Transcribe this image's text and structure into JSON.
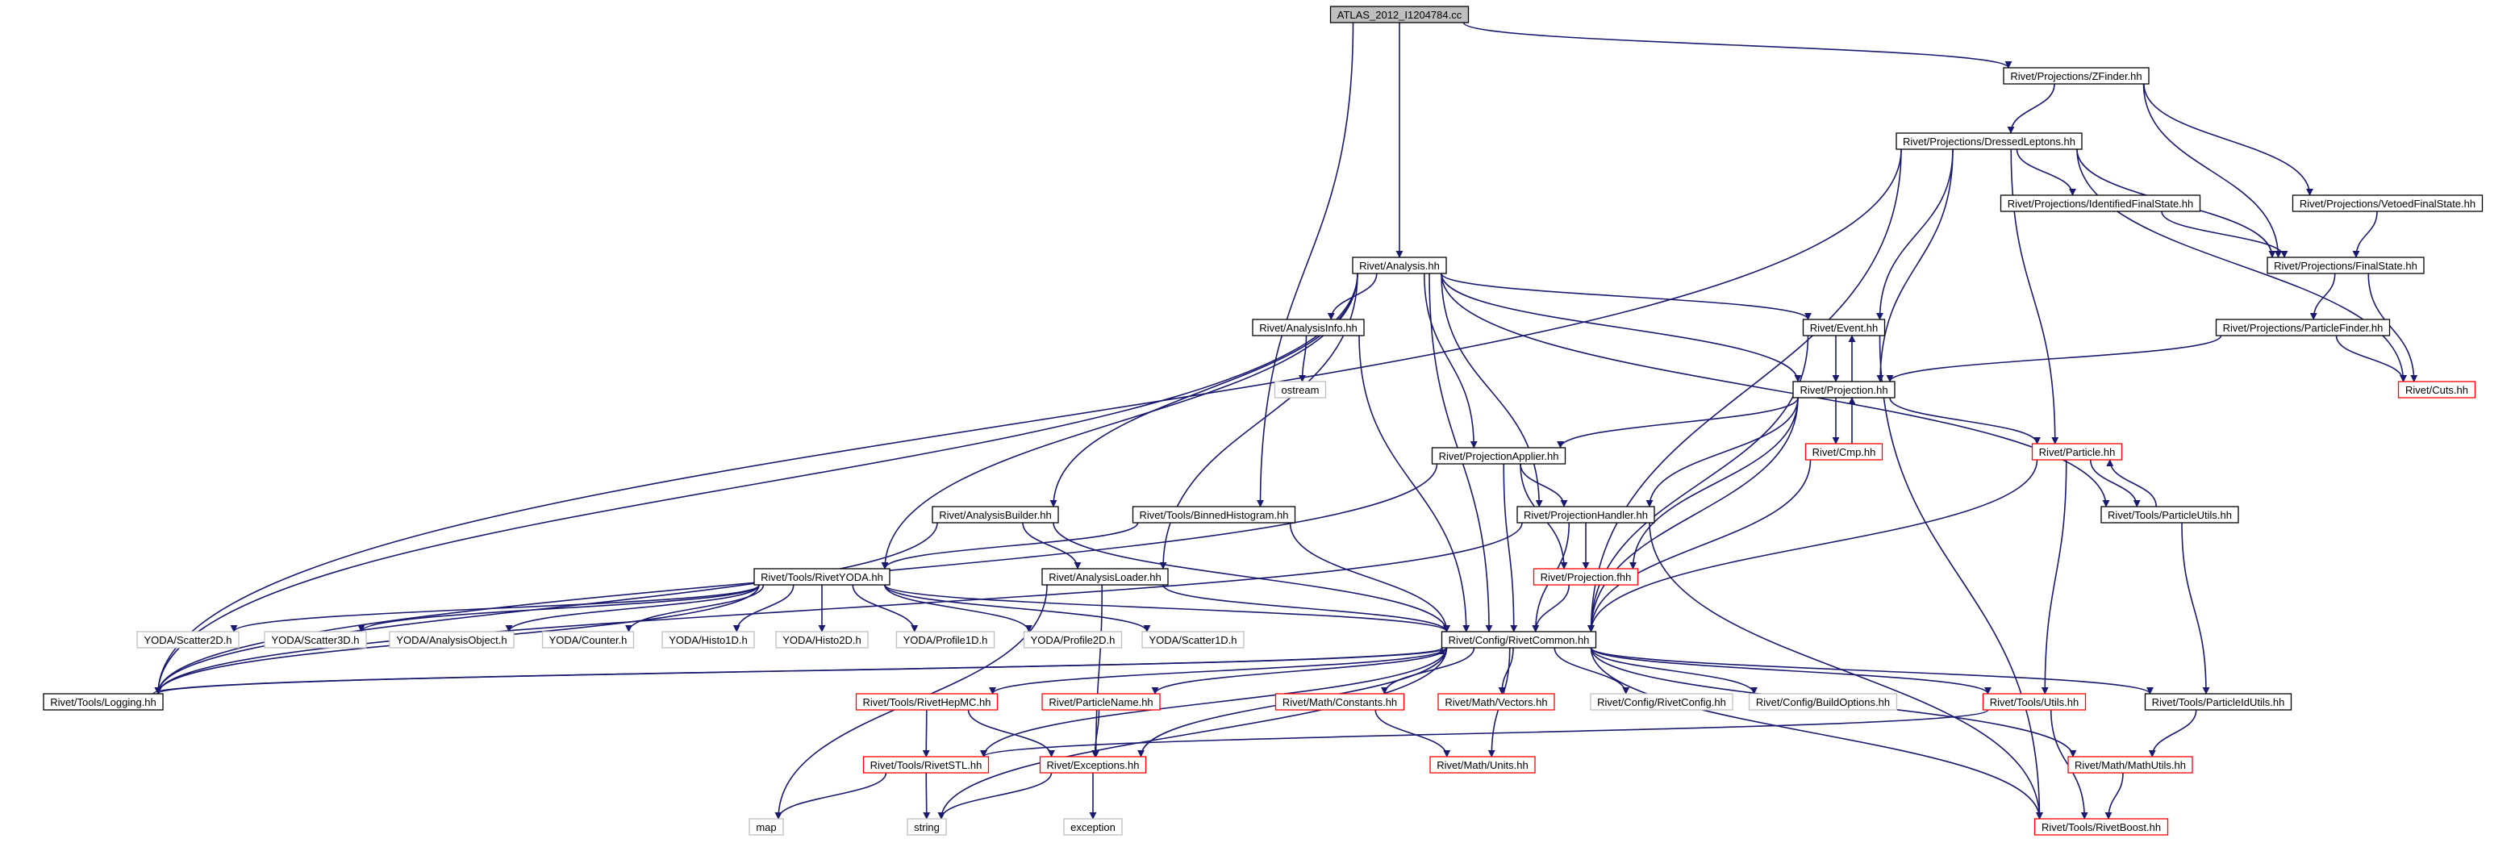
{
  "graph": {
    "colors": {
      "edge": "#191970",
      "node_border_default": "#000000",
      "node_border_truncated": "#ff0000",
      "node_border_external": "#bfbfbf",
      "node_fill_root": "#bfbfbf",
      "node_fill": "#ffffff"
    },
    "nodes": [
      {
        "id": "root",
        "label": "ATLAS_2012_I1204784.cc",
        "kind": "root"
      },
      {
        "id": "zfinder",
        "label": "Rivet/Projections/ZFinder.hh",
        "kind": "normal"
      },
      {
        "id": "dressed",
        "label": "Rivet/Projections/DressedLeptons.hh",
        "kind": "normal"
      },
      {
        "id": "identified",
        "label": "Rivet/Projections/IdentifiedFinalState.hh",
        "kind": "normal"
      },
      {
        "id": "vetoed",
        "label": "Rivet/Projections/VetoedFinalState.hh",
        "kind": "normal"
      },
      {
        "id": "finalstate",
        "label": "Rivet/Projections/FinalState.hh",
        "kind": "normal"
      },
      {
        "id": "particlefinder",
        "label": "Rivet/Projections/ParticleFinder.hh",
        "kind": "normal"
      },
      {
        "id": "cuts",
        "label": "Rivet/Cuts.hh",
        "kind": "truncated"
      },
      {
        "id": "analysis",
        "label": "Rivet/Analysis.hh",
        "kind": "normal"
      },
      {
        "id": "analysisinfo",
        "label": "Rivet/AnalysisInfo.hh",
        "kind": "normal"
      },
      {
        "id": "ostream",
        "label": "ostream",
        "kind": "external"
      },
      {
        "id": "event",
        "label": "Rivet/Event.hh",
        "kind": "normal"
      },
      {
        "id": "projection",
        "label": "Rivet/Projection.hh",
        "kind": "normal"
      },
      {
        "id": "cmp",
        "label": "Rivet/Cmp.hh",
        "kind": "truncated"
      },
      {
        "id": "particle",
        "label": "Rivet/Particle.hh",
        "kind": "truncated"
      },
      {
        "id": "projapplier",
        "label": "Rivet/ProjectionApplier.hh",
        "kind": "normal"
      },
      {
        "id": "projhandler",
        "label": "Rivet/ProjectionHandler.hh",
        "kind": "normal"
      },
      {
        "id": "projfhh",
        "label": "Rivet/Projection.fhh",
        "kind": "truncated"
      },
      {
        "id": "particleutils",
        "label": "Rivet/Tools/ParticleUtils.hh",
        "kind": "normal"
      },
      {
        "id": "analysisbuilder",
        "label": "Rivet/AnalysisBuilder.hh",
        "kind": "normal"
      },
      {
        "id": "binnedhisto",
        "label": "Rivet/Tools/BinnedHistogram.hh",
        "kind": "normal"
      },
      {
        "id": "rivetyoda",
        "label": "Rivet/Tools/RivetYODA.hh",
        "kind": "normal"
      },
      {
        "id": "analysisloader",
        "label": "Rivet/AnalysisLoader.hh",
        "kind": "normal"
      },
      {
        "id": "scatter2d",
        "label": "YODA/Scatter2D.h",
        "kind": "external"
      },
      {
        "id": "scatter3d",
        "label": "YODA/Scatter3D.h",
        "kind": "external"
      },
      {
        "id": "analysisobject",
        "label": "YODA/AnalysisObject.h",
        "kind": "external"
      },
      {
        "id": "counter",
        "label": "YODA/Counter.h",
        "kind": "external"
      },
      {
        "id": "histo1d",
        "label": "YODA/Histo1D.h",
        "kind": "external"
      },
      {
        "id": "histo2d",
        "label": "YODA/Histo2D.h",
        "kind": "external"
      },
      {
        "id": "profile1d",
        "label": "YODA/Profile1D.h",
        "kind": "external"
      },
      {
        "id": "profile2d",
        "label": "YODA/Profile2D.h",
        "kind": "external"
      },
      {
        "id": "scatter1d",
        "label": "YODA/Scatter1D.h",
        "kind": "external"
      },
      {
        "id": "rivetcommon",
        "label": "Rivet/Config/RivetCommon.hh",
        "kind": "normal"
      },
      {
        "id": "logging",
        "label": "Rivet/Tools/Logging.hh",
        "kind": "normal"
      },
      {
        "id": "rivethepmc",
        "label": "Rivet/Tools/RivetHepMC.hh",
        "kind": "truncated"
      },
      {
        "id": "particlename",
        "label": "Rivet/ParticleName.hh",
        "kind": "truncated"
      },
      {
        "id": "constants",
        "label": "Rivet/Math/Constants.hh",
        "kind": "truncated"
      },
      {
        "id": "vectors",
        "label": "Rivet/Math/Vectors.hh",
        "kind": "truncated"
      },
      {
        "id": "rivetconfig",
        "label": "Rivet/Config/RivetConfig.hh",
        "kind": "external"
      },
      {
        "id": "buildoptions",
        "label": "Rivet/Config/BuildOptions.hh",
        "kind": "external"
      },
      {
        "id": "utils",
        "label": "Rivet/Tools/Utils.hh",
        "kind": "truncated"
      },
      {
        "id": "particleidutils",
        "label": "Rivet/Tools/ParticleIdUtils.hh",
        "kind": "normal"
      },
      {
        "id": "rivetstl",
        "label": "Rivet/Tools/RivetSTL.hh",
        "kind": "truncated"
      },
      {
        "id": "exceptions",
        "label": "Rivet/Exceptions.hh",
        "kind": "truncated"
      },
      {
        "id": "units",
        "label": "Rivet/Math/Units.hh",
        "kind": "truncated"
      },
      {
        "id": "mathutils",
        "label": "Rivet/Math/MathUtils.hh",
        "kind": "truncated"
      },
      {
        "id": "map",
        "label": "map",
        "kind": "external"
      },
      {
        "id": "string",
        "label": "string",
        "kind": "external"
      },
      {
        "id": "exception",
        "label": "exception",
        "kind": "external"
      },
      {
        "id": "rivetboost",
        "label": "Rivet/Tools/RivetBoost.hh",
        "kind": "truncated"
      }
    ]
  }
}
